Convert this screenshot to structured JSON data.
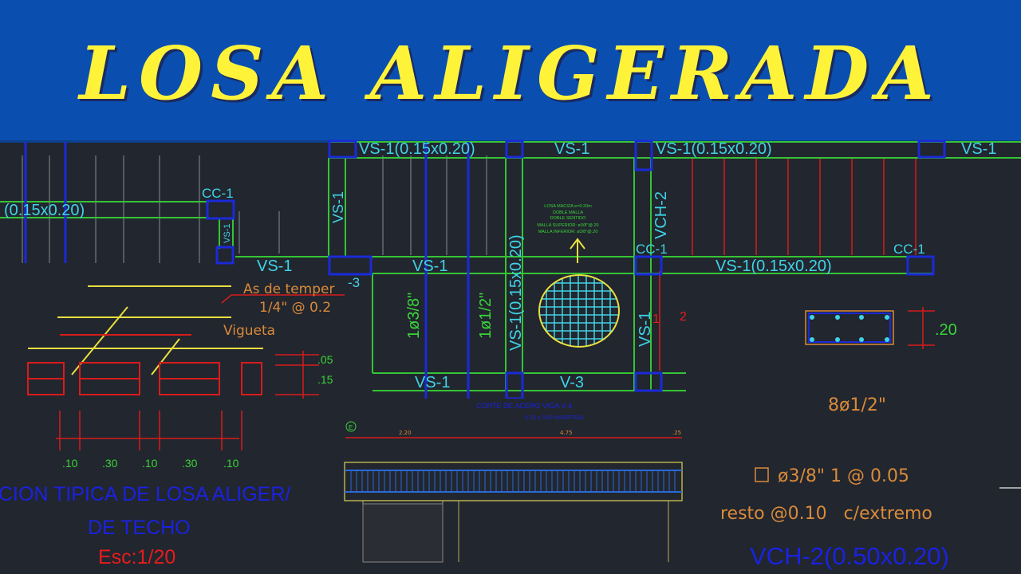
{
  "title": "LOSA ALIGERADA",
  "colors": {
    "banner": "#0a4fb0",
    "title": "#fff33a",
    "background": "#22262e",
    "beam": "#35c435",
    "column": "#1a2ad8",
    "label": "#3fd4e8"
  },
  "plan": {
    "vs1_full": "VS-1(0.15x0.20)",
    "vs1": "VS-1",
    "vs1_partial": "(0.15x0.20)",
    "vs1_vertical": "VS-1(0.15x0.20)",
    "cc1": "CC-1",
    "v3": "V-3",
    "vch2": "VCH-2",
    "minus3": "-3",
    "rebar_38": "1ø3/8\"",
    "rebar_12": "1ø1/2\"",
    "section_marks": [
      "1",
      "2"
    ],
    "solid_slab_note": [
      "LOSA MACIZA e=0.20m",
      "DOBLE MALLA",
      "DOBLE SENTIDO",
      "MALLA SUPERIOR: ø3/8\"@.20",
      "MALLA INFERIOR: ø3/8\"@.20"
    ]
  },
  "slab_section": {
    "temp_steel_1": "As de temper",
    "temp_steel_2": "1/4\" @ 0.2",
    "vigueta": "Vigueta",
    "dims_v": [
      ".05",
      ".15"
    ],
    "dims_h": [
      ".10",
      ".30",
      ".10",
      ".30",
      ".10"
    ],
    "caption_1": "CION TIPICA DE LOSA ALIGER/",
    "caption_2": "DE TECHO",
    "scale": "Esc:1/20"
  },
  "beam_section": {
    "dim": ".20",
    "rebar": "8ø1/2\"",
    "stirrup_1": "ø3/8\" 1 @ 0.05",
    "stirrup_2": "resto @0.10   c/extremo",
    "name": "VCH-2(0.50x0.20)"
  },
  "elevation": {
    "title_1": "CORTE DE ACERO VIGA V-4",
    "title_2": "0.25 x 0.60 INVERTIDA",
    "axis": "E",
    "spans": [
      "2.20",
      "4.75",
      ".25"
    ]
  }
}
